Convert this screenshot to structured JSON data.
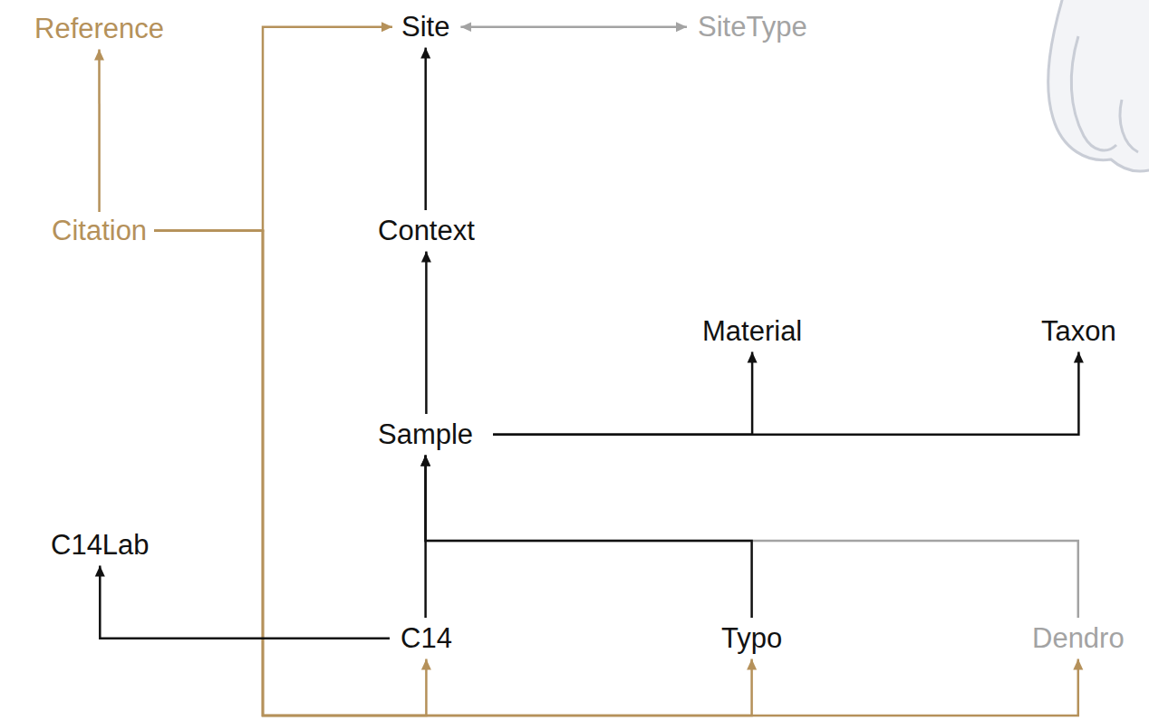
{
  "diagram": {
    "nodes": [
      {
        "text": [
          "Reference"
        ]
      },
      {
        "text": [
          "Site"
        ]
      },
      {
        "text": [
          "SiteType"
        ]
      },
      {
        "text": [
          "Citation"
        ]
      },
      {
        "text": [
          "Context"
        ]
      },
      {
        "text": [
          "Material"
        ]
      },
      {
        "text": [
          "Taxon"
        ]
      },
      {
        "text": [
          "Sample"
        ]
      },
      {
        "text": [
          "C14Lab"
        ]
      },
      {
        "text": [
          "C14"
        ]
      },
      {
        "text": [
          "Typo"
        ]
      },
      {
        "text": [
          "Dendro"
        ]
      }
    ],
    "edges": [
      {
        "from": 3,
        "to": 0,
        "arrow": "to"
      },
      {
        "from": 3,
        "to": 1,
        "arrow": "to"
      },
      {
        "from": 3,
        "to": 9,
        "arrow": "to"
      },
      {
        "from": 3,
        "to": 10,
        "arrow": "to"
      },
      {
        "from": 3,
        "to": 11,
        "arrow": "to"
      },
      {
        "from": 1,
        "to": 2,
        "arrow": "both"
      },
      {
        "from": 4,
        "to": 1,
        "arrow": "to"
      },
      {
        "from": 7,
        "to": 4,
        "arrow": "to"
      },
      {
        "from": 7,
        "to": 5,
        "arrow": "to"
      },
      {
        "from": 7,
        "to": 6,
        "arrow": "to"
      },
      {
        "from": 9,
        "to": 7,
        "arrow": "to"
      },
      {
        "from": 10,
        "to": 7,
        "arrow": "to"
      },
      {
        "from": 11,
        "to": 7,
        "arrow": "to"
      },
      {
        "from": 9,
        "to": 8,
        "arrow": "to"
      }
    ]
  }
}
